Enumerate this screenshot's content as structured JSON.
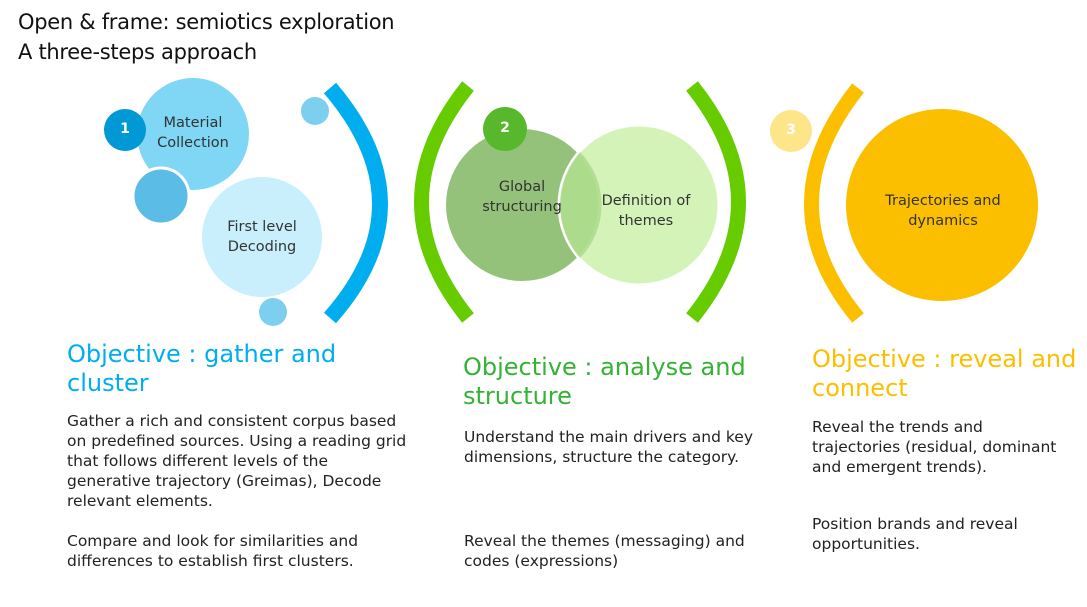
{
  "title": {
    "line1": "Open & frame: semiotics exploration",
    "line2": "A three-steps approach"
  },
  "colors": {
    "blue": "#00aeef",
    "green": "#66cc00",
    "yellow": "#fbbf00"
  },
  "steps": [
    {
      "number": "1",
      "circles": [
        "Material\nCollection",
        "First level\nDecoding"
      ],
      "objective": "Objective : gather and\ncluster",
      "paragraphs": [
        "Gather a rich and consistent corpus based on predefined sources. Using a reading grid that follows different levels of the generative trajectory (Greimas), Decode relevant elements.",
        "Compare and look for similarities and differences to establish first clusters."
      ]
    },
    {
      "number": "2",
      "circles": [
        "Global\nstructuring",
        "Definition of\nthemes"
      ],
      "objective": "Objective : analyse and\nstructure",
      "paragraphs": [
        "Understand the main drivers and key dimensions, structure the category.",
        "Reveal the themes (messaging) and codes (expressions)"
      ]
    },
    {
      "number": "3",
      "circles": [
        "Trajectories and\ndynamics"
      ],
      "objective": "Objective : reveal and\nconnect",
      "paragraphs": [
        "Reveal the trends and trajectories (residual, dominant and emergent trends).",
        "Position brands and reveal opportunities."
      ]
    }
  ]
}
